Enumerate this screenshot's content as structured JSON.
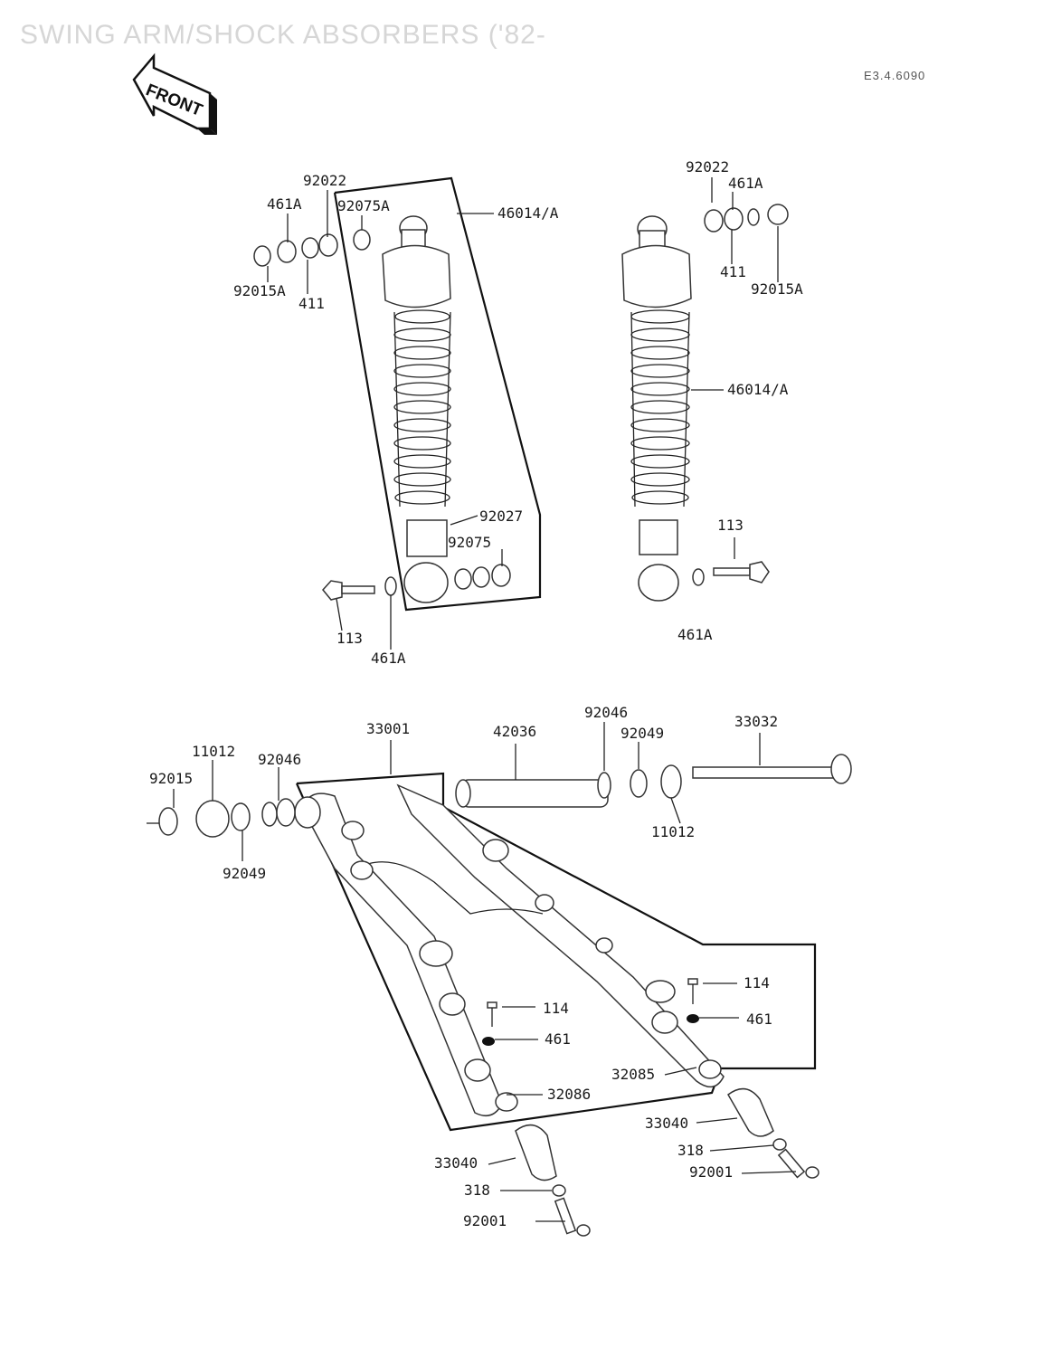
{
  "header": {
    "title": "SWING ARM/SHOCK ABSORBERS ('82-",
    "ref_code": "E3.4.6090",
    "front_label": "FRONT"
  },
  "colors": {
    "ink": "#111111",
    "faded_title": "#d6d6d6"
  },
  "labels": {
    "l92022a": "92022",
    "l461a_a": "461A",
    "l92075a": "92075A",
    "l46014a_a": "46014/A",
    "l92015a_a": "92015A",
    "l411a": "411",
    "l92027": "92027",
    "l92075": "92075",
    "l113a": "113",
    "l461a_b": "461A",
    "l92022b": "92022",
    "l461a_c": "461A",
    "l411b": "411",
    "l92015a_b": "92015A",
    "l46014a_b": "46014/A",
    "l113b": "113",
    "l461a_d": "461A",
    "l33001": "33001",
    "l42036": "42036",
    "l92046a": "92046",
    "l92049a": "92049",
    "l33032": "33032",
    "l11012a": "11012",
    "l92046b": "92046",
    "l92015": "92015",
    "l92049b": "92049",
    "l11012b": "11012",
    "l114a": "114",
    "l461a": "461",
    "l32086": "32086",
    "l114b": "114",
    "l461b": "461",
    "l32085": "32085",
    "l33040a": "33040",
    "l318a": "318",
    "l92001a": "92001",
    "l33040b": "33040",
    "l318b": "318",
    "l92001b": "92001"
  }
}
